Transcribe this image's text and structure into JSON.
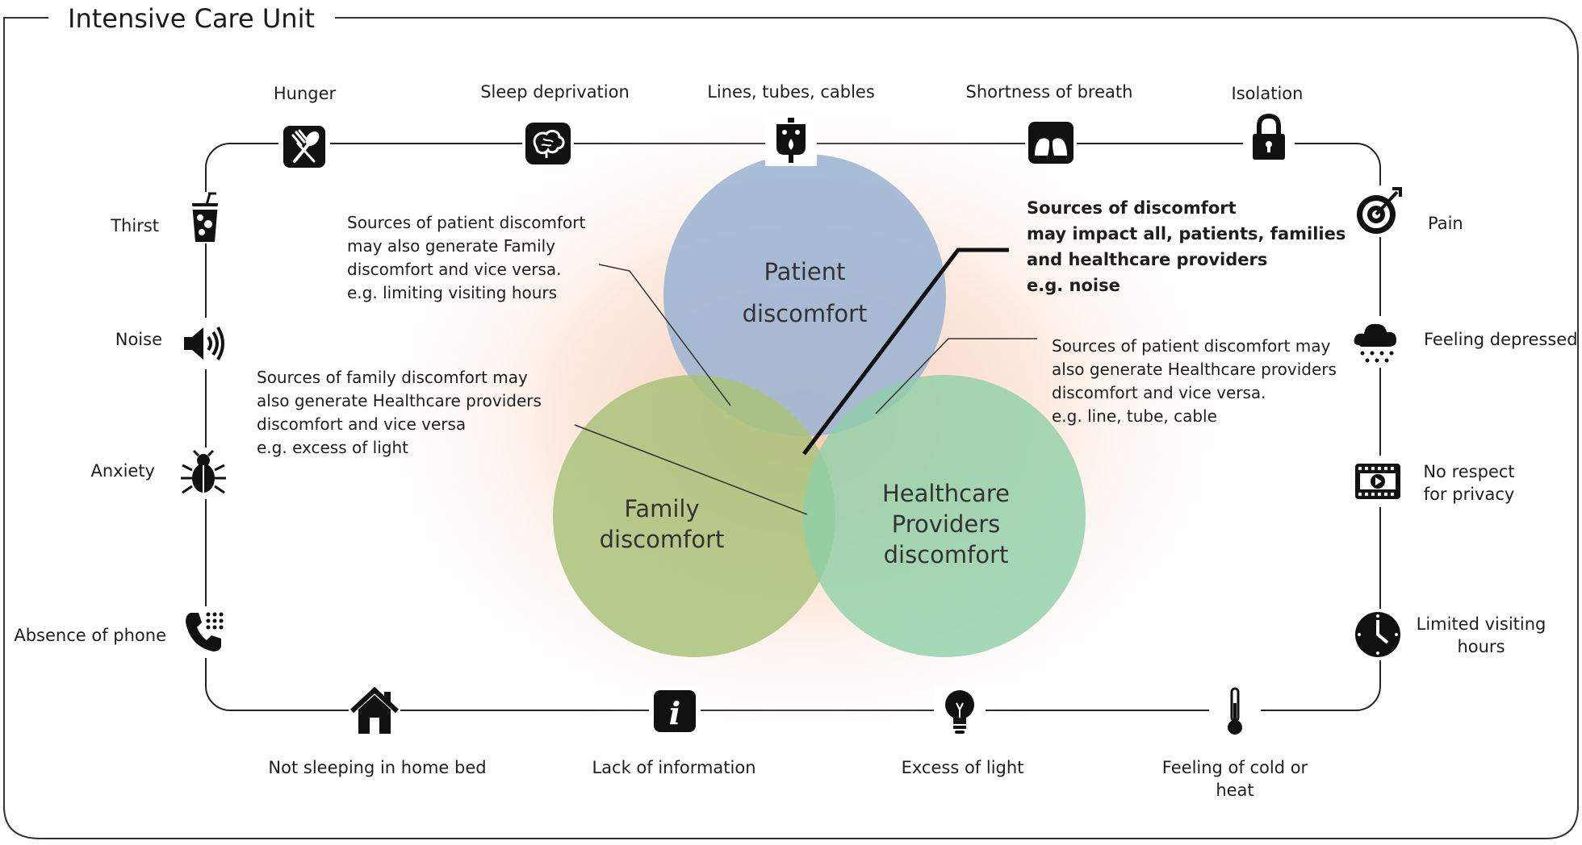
{
  "title": "Intensive Care Unit",
  "top_factors": [
    "Hunger",
    "Sleep deprivation",
    "Lines, tubes, cables",
    "Shortness of breath",
    "Isolation"
  ],
  "left_factors": [
    "Thirst",
    "Noise",
    "Anxiety",
    "Absence of phone"
  ],
  "right_factors": [
    "Pain",
    "Feeling depressed",
    "No respect",
    "for privacy",
    "Limited visiting",
    "hours"
  ],
  "bottom_factors": [
    "Not sleeping in home bed",
    "Lack of information",
    "Excess of light",
    "Feeling of cold or",
    "heat"
  ],
  "venn": {
    "patient": [
      "Patient",
      "discomfort"
    ],
    "family": [
      "Family",
      "discomfort"
    ],
    "providers": [
      "Healthcare",
      "Providers",
      "discomfort"
    ]
  },
  "notes": {
    "patient_family": [
      "Sources of patient discomfort",
      "may also generate Family",
      "discomfort and vice versa.",
      "e.g. limiting visiting hours"
    ],
    "family_providers": [
      "Sources of family discomfort may",
      "also generate Healthcare providers",
      "discomfort and vice versa",
      "e.g. excess of light"
    ],
    "all": [
      "Sources of discomfort",
      "may impact all, patients, families",
      "and healthcare providers",
      "e.g. noise"
    ],
    "patient_providers": [
      "Sources of patient discomfort may",
      "also generate Healthcare providers",
      "discomfort and vice versa.",
      "e.g. line, tube, cable"
    ]
  },
  "colors": {
    "patient": "#9fb6d3",
    "family": "#a9c27a",
    "providers": "#8fd0a8",
    "glow": "#f6c9ad",
    "line": "#222222"
  },
  "icons": [
    "fork-knife-icon",
    "brain-icon",
    "iv-bag-icon",
    "lungs-icon",
    "padlock-icon",
    "drink-cup-icon",
    "speaker-icon",
    "bug-icon",
    "phone-icon",
    "target-icon",
    "rain-cloud-icon",
    "video-icon",
    "clock-icon",
    "house-icon",
    "info-icon",
    "lightbulb-icon",
    "thermometer-icon"
  ]
}
